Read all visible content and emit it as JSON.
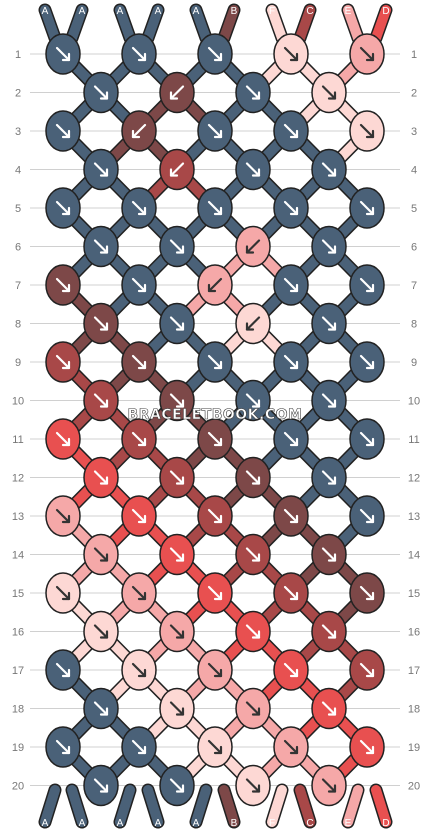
{
  "colors": {
    "A": "#4a6178",
    "B": "#7d4848",
    "C": "#a84848",
    "D": "#e85050",
    "E": "#f5a8a8",
    "F": "#fdd8d4",
    "line": "#d0d0d0",
    "outline": "#222222"
  },
  "top_letters": [
    "A",
    "A",
    "A",
    "A",
    "A",
    "B",
    "F",
    "C",
    "E",
    "D"
  ],
  "bottom_letters": [
    "A",
    "A",
    "A",
    "A",
    "A",
    "B",
    "F",
    "C",
    "E",
    "D"
  ],
  "rows": [
    {
      "n": "1",
      "knots": [
        {
          "c": "A",
          "d": "se"
        },
        {
          "c": "A",
          "d": "se"
        },
        {
          "c": "A",
          "d": "se"
        },
        {
          "c": "F",
          "d": "se"
        },
        {
          "c": "E",
          "d": "se"
        }
      ]
    },
    {
      "n": "2",
      "knots": [
        {
          "c": "A",
          "d": "se"
        },
        {
          "c": "B",
          "d": "sw"
        },
        {
          "c": "A",
          "d": "se"
        },
        {
          "c": "F",
          "d": "se"
        }
      ]
    },
    {
      "n": "3",
      "knots": [
        {
          "c": "A",
          "d": "se"
        },
        {
          "c": "B",
          "d": "sw"
        },
        {
          "c": "A",
          "d": "se"
        },
        {
          "c": "A",
          "d": "se"
        },
        {
          "c": "F",
          "d": "se"
        }
      ]
    },
    {
      "n": "4",
      "knots": [
        {
          "c": "A",
          "d": "se"
        },
        {
          "c": "C",
          "d": "sw"
        },
        {
          "c": "A",
          "d": "se"
        },
        {
          "c": "A",
          "d": "se"
        }
      ]
    },
    {
      "n": "5",
      "knots": [
        {
          "c": "A",
          "d": "se"
        },
        {
          "c": "A",
          "d": "se"
        },
        {
          "c": "A",
          "d": "se"
        },
        {
          "c": "A",
          "d": "se"
        },
        {
          "c": "A",
          "d": "se"
        }
      ]
    },
    {
      "n": "6",
      "knots": [
        {
          "c": "A",
          "d": "se"
        },
        {
          "c": "A",
          "d": "se"
        },
        {
          "c": "E",
          "d": "sw"
        },
        {
          "c": "A",
          "d": "se"
        }
      ]
    },
    {
      "n": "7",
      "knots": [
        {
          "c": "B",
          "d": "se"
        },
        {
          "c": "A",
          "d": "se"
        },
        {
          "c": "E",
          "d": "sw"
        },
        {
          "c": "A",
          "d": "se"
        },
        {
          "c": "A",
          "d": "se"
        }
      ]
    },
    {
      "n": "8",
      "knots": [
        {
          "c": "B",
          "d": "se"
        },
        {
          "c": "A",
          "d": "se"
        },
        {
          "c": "F",
          "d": "sw"
        },
        {
          "c": "A",
          "d": "se"
        }
      ]
    },
    {
      "n": "9",
      "knots": [
        {
          "c": "C",
          "d": "se"
        },
        {
          "c": "B",
          "d": "se"
        },
        {
          "c": "A",
          "d": "se"
        },
        {
          "c": "A",
          "d": "se"
        },
        {
          "c": "A",
          "d": "se"
        }
      ]
    },
    {
      "n": "10",
      "knots": [
        {
          "c": "C",
          "d": "se"
        },
        {
          "c": "B",
          "d": "se"
        },
        {
          "c": "A",
          "d": "se"
        },
        {
          "c": "A",
          "d": "se"
        }
      ]
    },
    {
      "n": "11",
      "knots": [
        {
          "c": "D",
          "d": "se"
        },
        {
          "c": "C",
          "d": "se"
        },
        {
          "c": "B",
          "d": "se"
        },
        {
          "c": "A",
          "d": "se"
        },
        {
          "c": "A",
          "d": "se"
        }
      ]
    },
    {
      "n": "12",
      "knots": [
        {
          "c": "D",
          "d": "se"
        },
        {
          "c": "C",
          "d": "se"
        },
        {
          "c": "B",
          "d": "se"
        },
        {
          "c": "A",
          "d": "se"
        }
      ]
    },
    {
      "n": "13",
      "knots": [
        {
          "c": "E",
          "d": "se"
        },
        {
          "c": "D",
          "d": "se"
        },
        {
          "c": "C",
          "d": "se"
        },
        {
          "c": "B",
          "d": "se"
        },
        {
          "c": "A",
          "d": "se"
        }
      ]
    },
    {
      "n": "14",
      "knots": [
        {
          "c": "E",
          "d": "se"
        },
        {
          "c": "D",
          "d": "se"
        },
        {
          "c": "C",
          "d": "se"
        },
        {
          "c": "B",
          "d": "se"
        }
      ]
    },
    {
      "n": "15",
      "knots": [
        {
          "c": "F",
          "d": "se"
        },
        {
          "c": "E",
          "d": "se"
        },
        {
          "c": "D",
          "d": "se"
        },
        {
          "c": "C",
          "d": "se"
        },
        {
          "c": "B",
          "d": "se"
        }
      ]
    },
    {
      "n": "16",
      "knots": [
        {
          "c": "F",
          "d": "se"
        },
        {
          "c": "E",
          "d": "se"
        },
        {
          "c": "D",
          "d": "se"
        },
        {
          "c": "C",
          "d": "se"
        }
      ]
    },
    {
      "n": "17",
      "knots": [
        {
          "c": "A",
          "d": "se"
        },
        {
          "c": "F",
          "d": "se"
        },
        {
          "c": "E",
          "d": "se"
        },
        {
          "c": "D",
          "d": "se"
        },
        {
          "c": "C",
          "d": "se"
        }
      ]
    },
    {
      "n": "18",
      "knots": [
        {
          "c": "A",
          "d": "se"
        },
        {
          "c": "F",
          "d": "se"
        },
        {
          "c": "E",
          "d": "se"
        },
        {
          "c": "D",
          "d": "se"
        }
      ]
    },
    {
      "n": "19",
      "knots": [
        {
          "c": "A",
          "d": "se"
        },
        {
          "c": "A",
          "d": "se"
        },
        {
          "c": "F",
          "d": "se"
        },
        {
          "c": "E",
          "d": "se"
        },
        {
          "c": "D",
          "d": "se"
        }
      ]
    },
    {
      "n": "20",
      "knots": [
        {
          "c": "A",
          "d": "se"
        },
        {
          "c": "A",
          "d": "se"
        },
        {
          "c": "F",
          "d": "se"
        },
        {
          "c": "E",
          "d": "se"
        }
      ]
    }
  ],
  "watermark": "BRACELETBOOK.COM"
}
